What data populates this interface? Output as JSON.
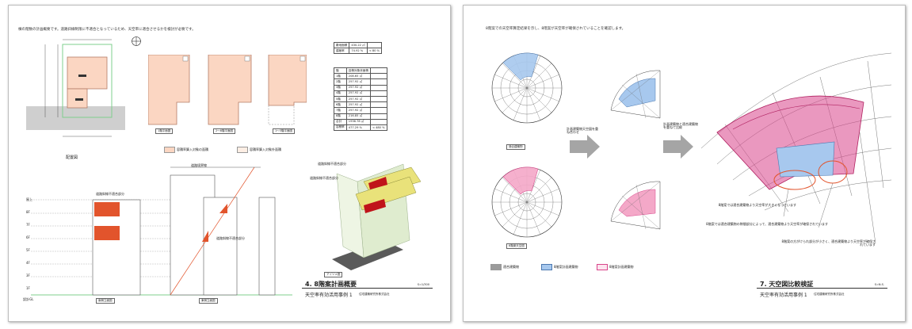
{
  "colors": {
    "plan_fill": "#fbd6c2",
    "plan_stroke": "#b57c66",
    "red_block": "#e2542c",
    "magenta": "#d9448a",
    "pink_fill": "#f4a8c8",
    "blue_fill": "#a7c8ee",
    "gray_fill": "#9b9b9b",
    "green_line": "#7fcf8e",
    "arrow_gray": "#a5a5a5"
  },
  "left_sheet": {
    "note": "棟の階数の計画概要です。道路斜線制限に不適合となっているため、天空率に適合させるかを検討が必要です。",
    "site_plan_label": "配置図",
    "plan_labels": [
      "1階平面図",
      "2〜8階平面図",
      "1〜3階平面図"
    ],
    "legend": [
      "容積率算入対象の面積",
      "容積率算入対象外面積"
    ],
    "area_table_top": [
      [
        "敷地面積",
        "430.22 ㎡",
        ""
      ],
      [
        "建蔽率",
        "74.92 %",
        "< 80 %"
      ]
    ],
    "area_table_header": [
      "階",
      "容積対象床面積"
    ],
    "area_table_rows": [
      [
        "1階",
        "208.65 ㎡"
      ],
      [
        "2階",
        "257.92 ㎡"
      ],
      [
        "3階",
        "257.92 ㎡"
      ],
      [
        "4階",
        "257.92 ㎡"
      ],
      [
        "5階",
        "257.92 ㎡"
      ],
      [
        "6階",
        "257.92 ㎡"
      ],
      [
        "7階",
        "257.92 ㎡"
      ],
      [
        "8階",
        "216.85 ㎡"
      ],
      [
        "合計",
        "1936.78 ㎡"
      ],
      [
        "容積率",
        "477.29 %",
        "< 480 %"
      ]
    ],
    "elev_callout_1": "道路斜線不適合部分",
    "elev_callout_2": "道路斜線不適合部分",
    "iso_callout_1": "道路斜線不適合部分",
    "iso_callout_2": "道路斜線不適合部分",
    "iso_label": "アイソメ図",
    "elev_label_1": "南側立面図",
    "elev_label_2": "東側立面図",
    "dim_top": "道路境界線",
    "floor_labels": [
      "屋上",
      "8F",
      "7F",
      "6F",
      "5F",
      "4F",
      "3F",
      "2F",
      "1F",
      "設計GL"
    ],
    "title": "4. 8階案計画概要",
    "scale": "S=1/300",
    "subtitle": "天空率有効活用事例 1",
    "org": "住宅建築研究所株式会社"
  },
  "right_sheet": {
    "note": "8階案での天空率算定結果を示し、8階案が天空率が確保されていることを確認します。",
    "label_top_dome": "適合建築物",
    "label_bottom_dome": "8階案天空図",
    "arrow_text_1": "計画建築物天空図を重ね合わせ",
    "arrow_text_2": "計画建築物と適合建築物を重ねて比較",
    "legend": [
      "適合建築物",
      "8階案計画建築物",
      "8階案計画建築物"
    ],
    "annotation_1": "8階案では適合建築物より天空率が大きくなっています",
    "annotation_2": "8階案では適合建築物の隙間部分によって、適合建築物より天空率が確保されています",
    "annotation_3": "8階案の方がけられ部分が小さく、適合建築物より天空率が確保されています",
    "title": "7. 天空図比較検証",
    "scale": "S=N.S.",
    "subtitle": "天空率有効活用事例 1",
    "org": "住宅建築研究所株式会社"
  }
}
